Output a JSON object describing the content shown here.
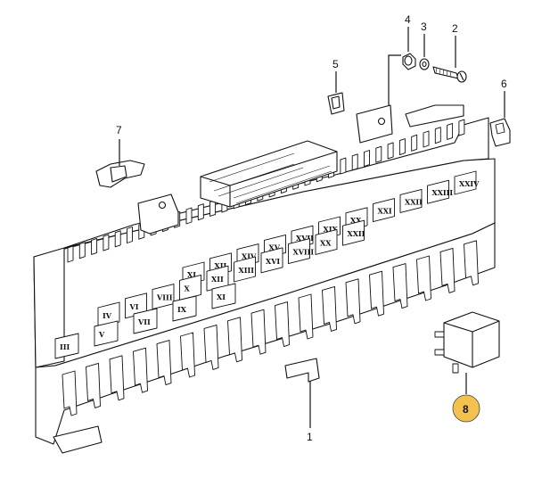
{
  "callouts": [
    {
      "id": "1",
      "label": "1"
    },
    {
      "id": "2",
      "label": "2"
    },
    {
      "id": "3",
      "label": "3"
    },
    {
      "id": "4",
      "label": "4"
    },
    {
      "id": "5",
      "label": "5"
    },
    {
      "id": "6",
      "label": "6"
    },
    {
      "id": "7",
      "label": "7"
    },
    {
      "id": "8",
      "label": "8",
      "highlighted": true
    }
  ],
  "highlight_color": "#f2c14e",
  "relay_numerals_top_row": [
    "XI",
    "XII",
    "XIV",
    "XV",
    "XVII",
    "XIX",
    "XX",
    "XXI",
    "XXII",
    "XXIII",
    "XXIV"
  ],
  "relay_numerals_upper_row": [
    "IV",
    "VI",
    "VIII",
    "X",
    "XII",
    "XIII",
    "XVI",
    "XVIII",
    "XX",
    "XXII"
  ],
  "relay_numerals_lower_row": [
    "III",
    "V",
    "VII",
    "IX",
    "XI"
  ]
}
